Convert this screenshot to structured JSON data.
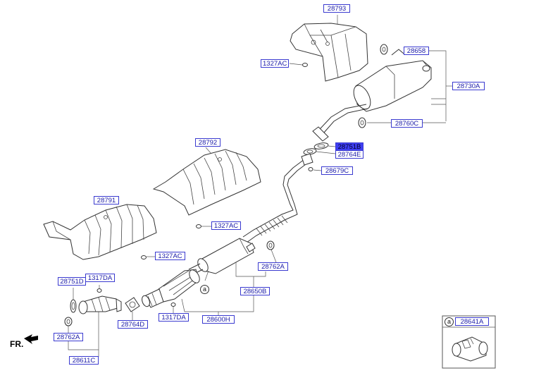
{
  "parts": {
    "p28793": "28793",
    "p28658": "28658",
    "p1327AC_top": "1327AC",
    "p28730A": "28730A",
    "p28760C": "28760C",
    "p28751B": "28751B",
    "p28764E": "28764E",
    "p28679C": "28679C",
    "p28792": "28792",
    "p28791": "28791",
    "p1327AC_mid": "1327AC",
    "p1327AC_left": "1327AC",
    "p28762A_right": "28762A",
    "p28650B": "28650B",
    "p28751D": "28751D",
    "p1317DA_top": "1317DA",
    "p28764D": "28764D",
    "p1317DA_bottom": "1317DA",
    "p28600H": "28600H",
    "p28762A_left": "28762A",
    "p28611C": "28611C",
    "p28641A": "28641A"
  },
  "markers": {
    "ref_a_main": "a",
    "ref_a_inset": "a"
  },
  "front_indicator": "FR.",
  "highlight_color": "#3f3ff2",
  "label_color": "#1a1aa8"
}
